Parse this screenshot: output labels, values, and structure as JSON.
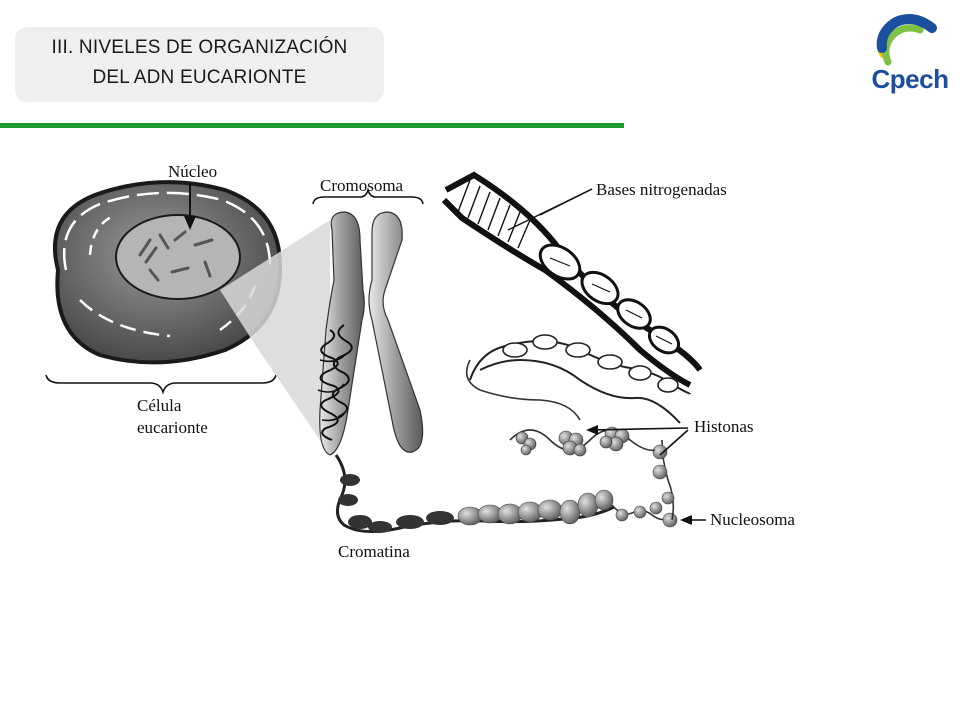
{
  "header": {
    "title_line1": "III. NIVELES DE ORGANIZACIÓN",
    "title_line2": "DEL ADN EUCARIONTE"
  },
  "logo": {
    "text": "Cpech",
    "icon": "cpech-c-logo-icon",
    "colors": [
      "#1d4fa0",
      "#f5c400",
      "#7cc242"
    ]
  },
  "accent": {
    "rule": "#1b9a2c"
  },
  "diagram": {
    "labels": {
      "nucleo": "Núcleo",
      "cromosoma": "Cromosoma",
      "bases": "Bases nitrogenadas",
      "celula_1": "Célula",
      "celula_2": "eucarionte",
      "histonas": "Histonas",
      "nucleosoma": "Nucleosoma",
      "cromatina": "Cromatina"
    }
  }
}
